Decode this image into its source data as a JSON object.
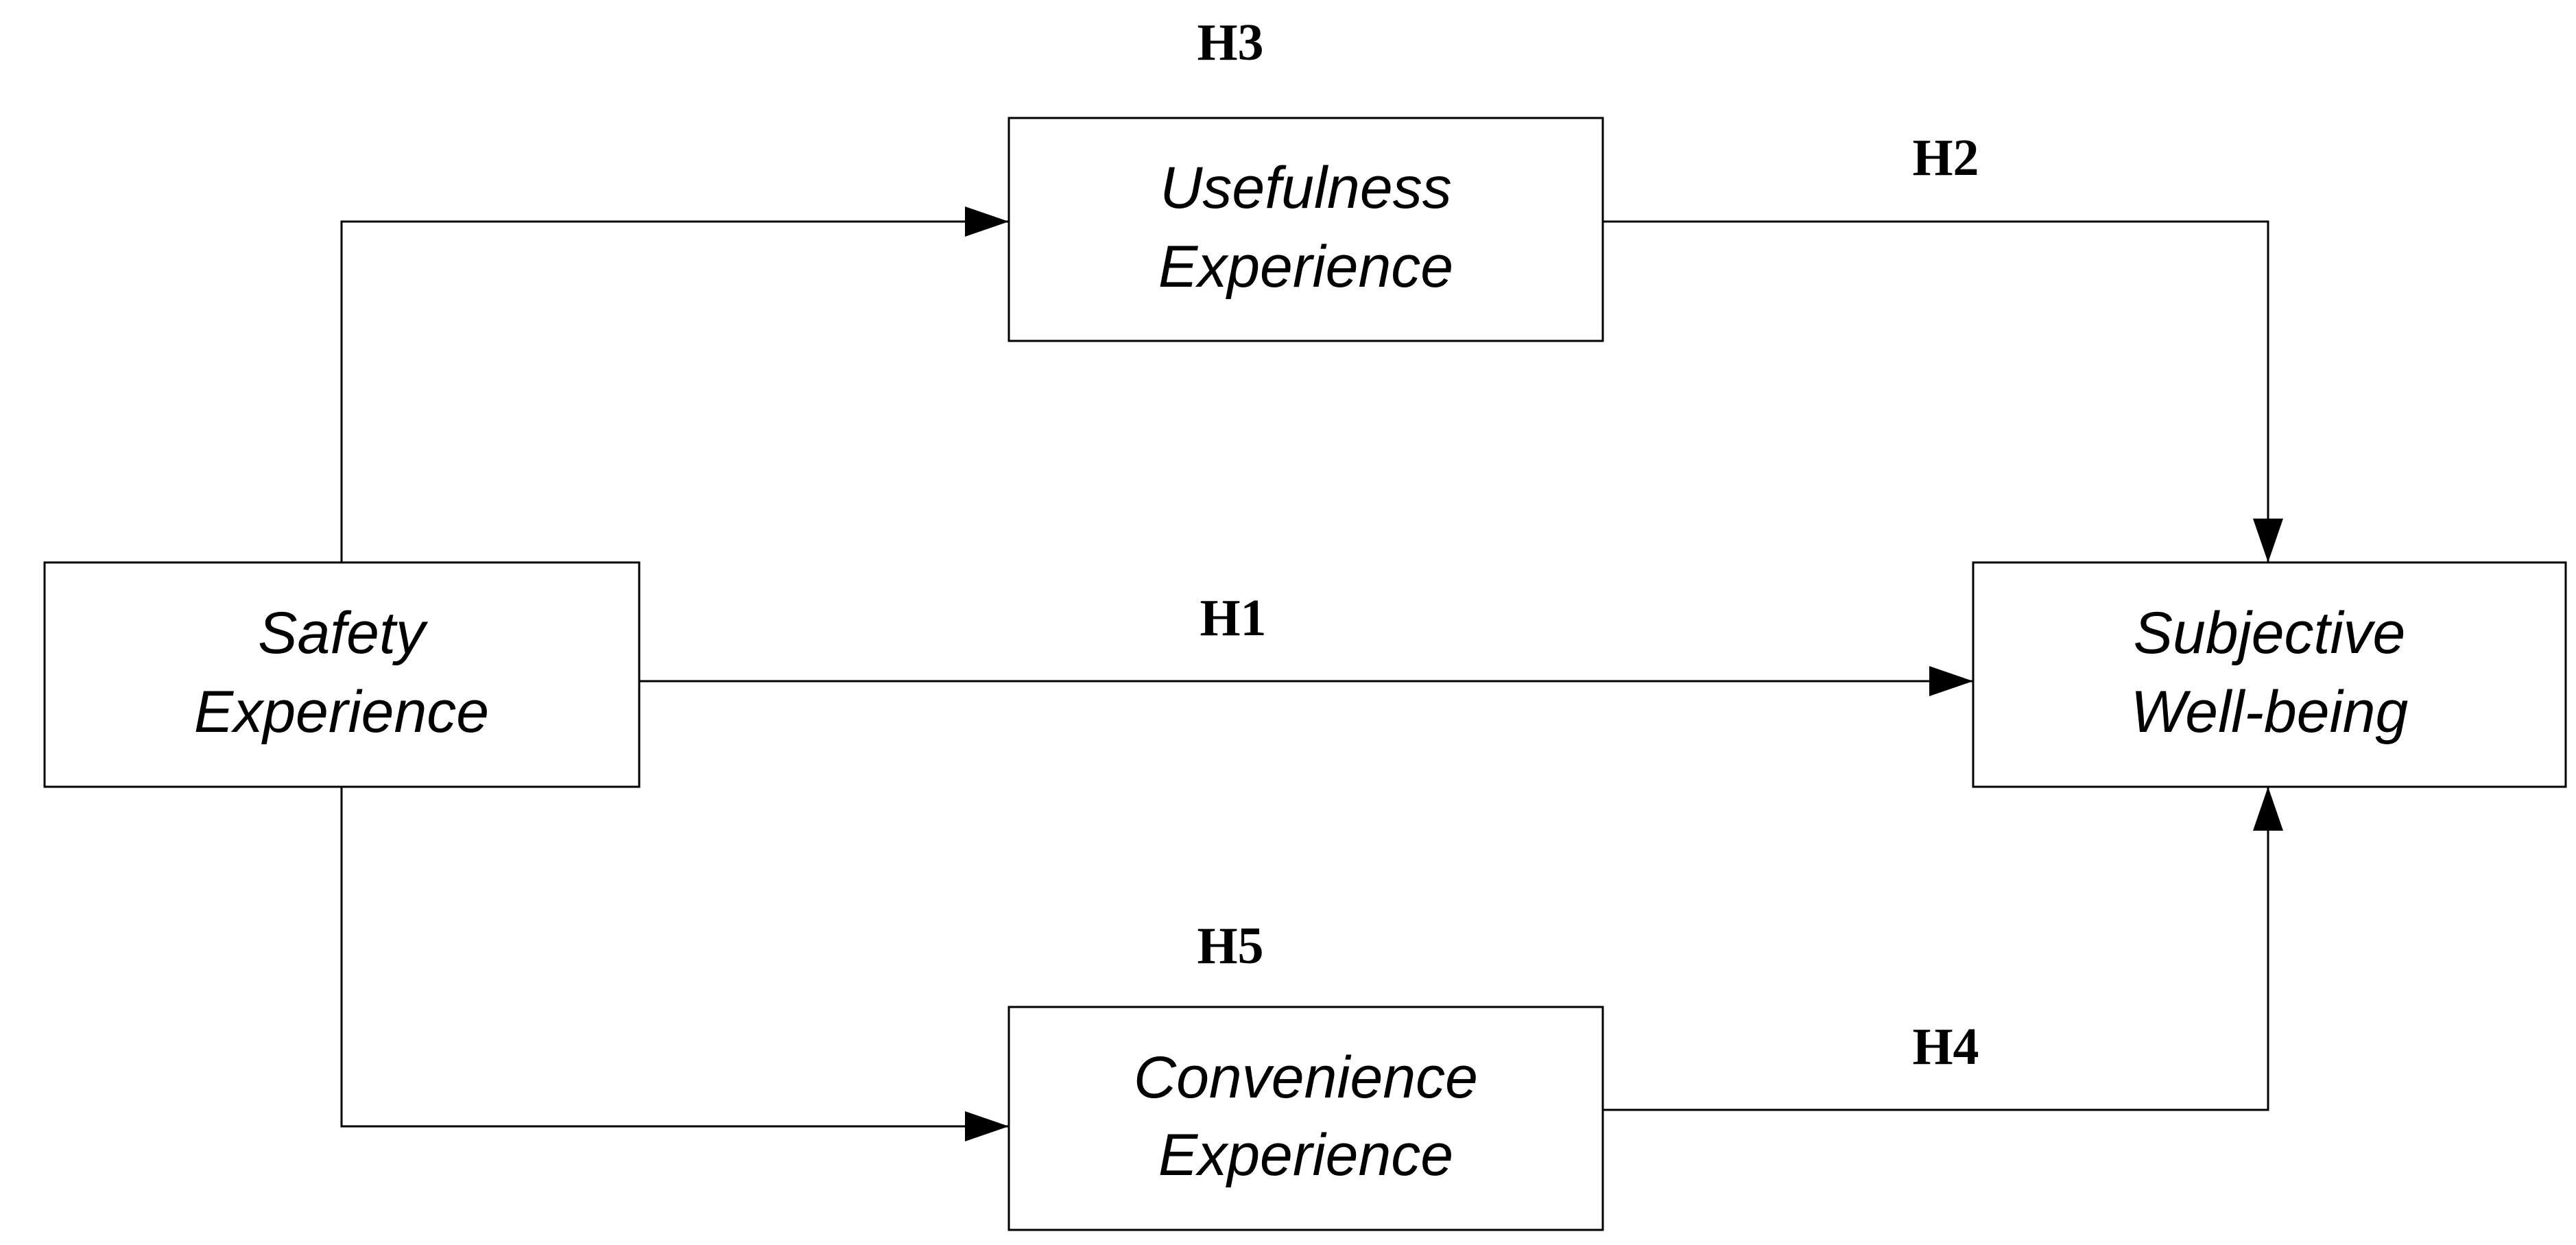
{
  "nodes": {
    "safety": {
      "line1": "Safety",
      "line2": "Experience"
    },
    "usefulness": {
      "line1": "Usefulness",
      "line2": "Experience"
    },
    "convenience": {
      "line1": "Convenience",
      "line2": "Experience"
    },
    "wellbeing": {
      "line1": "Subjective",
      "line2": "Well-being"
    }
  },
  "hypotheses": {
    "h1": "H1",
    "h2": "H2",
    "h3": "H3",
    "h4": "H4",
    "h5": "H5"
  },
  "edges": [
    {
      "from": "safety",
      "to": "wellbeing",
      "label": "h1"
    },
    {
      "from": "usefulness",
      "to": "wellbeing",
      "label": "h2"
    },
    {
      "from": "safety",
      "to": "usefulness",
      "label": "h3"
    },
    {
      "from": "convenience",
      "to": "wellbeing",
      "label": "h4"
    },
    {
      "from": "safety",
      "to": "convenience",
      "label": "h5"
    }
  ],
  "colors": {
    "stroke": "#000000",
    "background": "#ffffff"
  }
}
